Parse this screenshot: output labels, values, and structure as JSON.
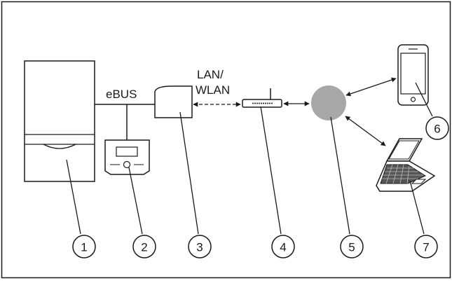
{
  "labels": {
    "ebus": "eBUS",
    "lan_line1": "LAN/",
    "lan_line2": "WLAN"
  },
  "callouts": [
    "1",
    "2",
    "3",
    "4",
    "5",
    "6",
    "7"
  ],
  "components": {
    "boiler": "boiler",
    "controller": "room-controller",
    "gateway": "internet-gateway-module",
    "router": "router",
    "cloud": "internet-cloud",
    "smartphone": "smartphone",
    "laptop": "laptop"
  },
  "colors": {
    "line": "#1a1a1a",
    "cloud_fill": "#a7a7a9",
    "device_fill": "#ffffff",
    "keyboard": "#555555"
  }
}
